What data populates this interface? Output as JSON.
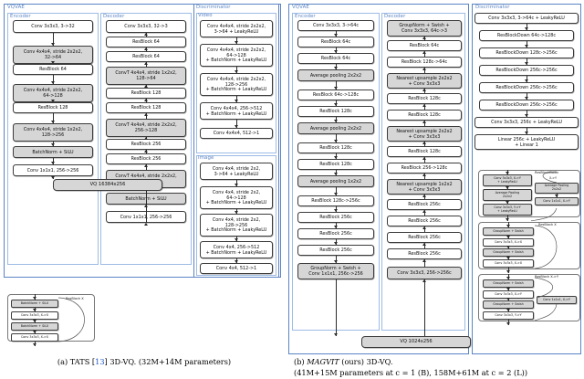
{
  "figure": {
    "left_caption_line1": "(a) TATS [13] 3D-VQ. (32M+14M parameters)",
    "left_caption_pre": "(a) TATS [",
    "left_caption_cite": "13",
    "left_caption_post": "] 3D-VQ. (32M+14M parameters)",
    "right_caption_line1_a": "(b) ",
    "right_caption_line1_ital": "MAGVIT",
    "right_caption_line1_b": " (ours) 3D-VQ.",
    "right_caption_line2": "(41M+15M parameters at c = 1 (B), 158M+61M at c = 2 (L))"
  },
  "left": {
    "vqvae_label": "VQVAE",
    "encoder_label": "Encoder",
    "decoder_label": "Decoder",
    "discriminator_label": "Discriminator",
    "video_label": "Video",
    "image_label": "Image",
    "encoder": [
      "Conv 3x3x3, 3->32",
      "Conv 4x4x4, stride 2x2x2,\n32->64",
      "ResBlock 64",
      "Conv 4x4x4, stride 2x2x2,\n64->128",
      "ResBlock 128",
      "Conv 4x4x4, stride 1x2x2,\n128->256",
      "BatchNorm + SiLU",
      "Conv 1x1x1, 256->256"
    ],
    "decoder": [
      "Conv 3x3x3, 32->3",
      "ResBlock 64",
      "ResBlock 64",
      "ConvT 4x4x4, stride 1x2x2,\n128->64",
      "ResBlock 128",
      "ResBlock 128",
      "ConvT 4x4x4, stride 2x2x2,\n256->128",
      "ResBlock 256",
      "ResBlock 256",
      "ConvT 4x4x4, stride 2x2x2,\n256->256",
      "BatchNorm + SiLU",
      "Conv 1x1x1, 256->256"
    ],
    "vq": "VQ 16384x256",
    "disc_video": [
      "Conv 4x4x4, stride 2x2x2,\n3->64 + LeakyReLU",
      "Conv 4x4x4, stride 2x2x2,\n64->128\n+ BatchNorm + LeakyReLU",
      "Conv 4x4x4, stride 2x2x2,\n128->256\n+ BatchNorm + LeakyReLU",
      "Conv 4x4x4, 256->512\n+ BatchNorm + LeakyReLU",
      "Conv 4x4x4, 512->1"
    ],
    "disc_image": [
      "Conv 4x4, stride 2x2,\n3->64 + LeakyReLU",
      "Conv 4x4, stride 2x2,\n64->128\n+ BatchNorm + LeakyReLU",
      "Conv 4x4, stride 2x2,\n128->256\n+ BatchNorm + LeakyReLU",
      "Conv 4x4, 256->512\n+ BatchNorm + LeakyReLU",
      "Conv 4x4, 512->1"
    ],
    "resblock_legend": {
      "title": "ResBlock X",
      "items": [
        "BatchNorm + SiLU",
        "Conv 3x3x3, X->X",
        "BatchNorm + SiLU",
        "Conv 3x3x3, X->X"
      ]
    }
  },
  "right": {
    "vqvae_label": "VQVAE",
    "encoder_label": "Encoder",
    "decoder_label": "Decoder",
    "discriminator_label": "Discriminator",
    "encoder": [
      "Conv 3x3x3, 3->64c",
      "ResBlock 64c",
      "ResBlock 64c",
      "Average pooling 2x2x2",
      "ResBlock 64c->128c",
      "ResBlock 128c",
      "Average pooling 2x2x2",
      "ResBlock 128c",
      "ResBlock 128c",
      "Average pooling 1x2x2",
      "ResBlock 128c->256c",
      "ResBlock 256c",
      "ResBlock 256c",
      "ResBlock 256c",
      "GroupNorm + Swish +\nConv 1x1x1, 256c->256"
    ],
    "decoder": [
      "GroupNorm + Swish +\nConv 3x3x3, 64c->3",
      "ResBlock 64c",
      "ResBlock 128c->64c",
      "Nearest upsample 2x2x2\n+ Conv 3x3x3",
      "ResBlock 128c",
      "ResBlock 128c",
      "Nearest upsample 2x2x2\n+ Conv 3x3x3",
      "ResBlock 128c",
      "ResBlock 256->128c",
      "Nearest upsample 1x2x2\n+ Conv 3x3x3",
      "ResBlock 256c",
      "ResBlock 256c",
      "ResBlock 256c",
      "ResBlock 256c",
      "Conv 3x3x3, 256->256c"
    ],
    "vq": "VQ 1024x256",
    "discriminator": [
      "Conv 3x3x3, 3->64c + LeakyReLU",
      "ResBlockDown 64c->128c",
      "ResBlockDown 128c->256c",
      "ResBlockDown 256c->256c",
      "ResBlockDown 256c->256c",
      "ResBlockDown 256c->256c",
      "Conv 3x3x3, 256c + LeakyReLU",
      "Linear 256c + LeakyReLU\n+ Linear 1"
    ],
    "legend_resblockdown": {
      "title": "ResBlockDown",
      "subtitle": "X->Y",
      "main": [
        "Conv 3x3x3, X->Y\n+ LeakyReLU",
        "Average Pooling\n2x2x2",
        "Conv 3x3x3, Y->Y\n+ LeakyReLU"
      ],
      "skip": [
        "Average Pooling\n2x2x2",
        "Conv 1x1x1, X->Y"
      ]
    },
    "legend_resblock_x": {
      "title": "ResBlock X",
      "items": [
        "GroupNorm + Swish",
        "Conv 3x3x3, X->X",
        "GroupNorm + Swish",
        "Conv 3x3x3, X->X"
      ]
    },
    "legend_resblock_xy": {
      "title": "ResBlock X->Y",
      "items": [
        "GroupNorm + Swish",
        "Conv 3x3x3, X->Y",
        "GroupNorm + Swish",
        "Conv 3x3x3, Y->Y"
      ],
      "skip": [
        "Conv 1x1x1, X->Y"
      ]
    }
  }
}
